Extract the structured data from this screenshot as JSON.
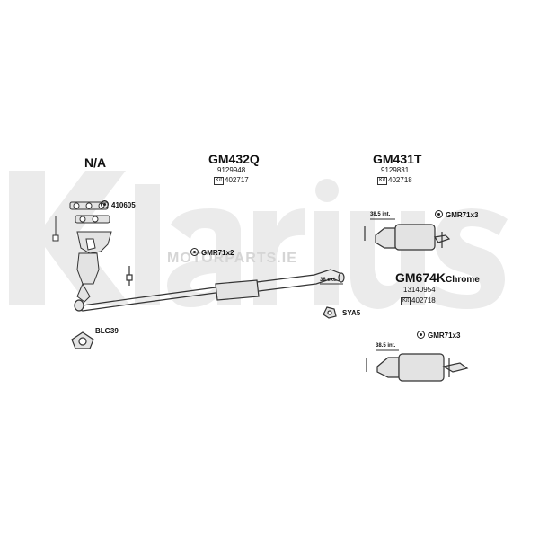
{
  "brand_watermark": "Klarius",
  "site_watermark": "MOTORPARTS.IE",
  "colors": {
    "watermark": "#e4e4e4",
    "line": "#333333",
    "part_fill": "#d9d9d9"
  },
  "groups": [
    {
      "title": "N/A"
    },
    {
      "title": "GM432Q",
      "code": "9129948",
      "kit_tag": "Kit",
      "kit": "402717"
    },
    {
      "title": "GM431T",
      "code": "9129831",
      "kit_tag": "Kit",
      "kit": "402718"
    },
    {
      "title": "GM674K",
      "suffix": "Chrome",
      "code": "13140954",
      "kit_tag": "Kit",
      "kit": "402718"
    }
  ],
  "fittings": [
    {
      "label": "410605"
    },
    {
      "label": "GMR71x2"
    },
    {
      "label": "GMR71x3"
    },
    {
      "label": "SYA5"
    },
    {
      "label": "BLG39"
    },
    {
      "label": "GMR71x3"
    }
  ],
  "extensions": [
    {
      "label": "38.5 int."
    },
    {
      "label": "38 ext."
    },
    {
      "label": "38.5 int."
    }
  ]
}
